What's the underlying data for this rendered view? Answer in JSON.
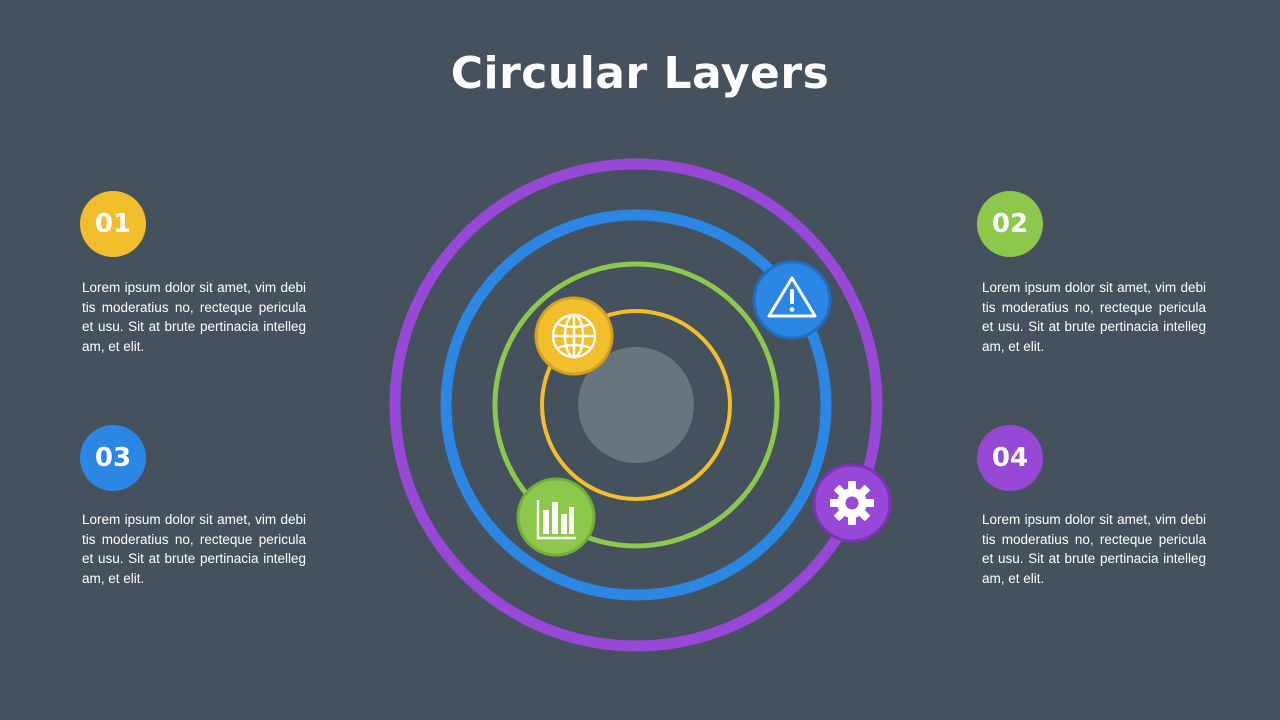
{
  "title": "Circular Layers",
  "colors": {
    "background": "#45525d",
    "yellow": "#f2be2c",
    "green": "#8cc84b",
    "blue": "#2b87e3",
    "purple": "#9748d6",
    "core": "#69747c"
  },
  "steps": [
    {
      "number": "01",
      "color": "#f2be2c",
      "text": "Lorem ipsum dolor sit amet, vim debitis moderatius no, recteque pericula et usu. Sit at brute pertinacia intellegam, et elit."
    },
    {
      "number": "02",
      "color": "#8cc84b",
      "text": "Lorem ipsum dolor sit amet, vim debitis moderatius no, recteque pericula et usu. Sit at brute pertinacia intellegam, et elit."
    },
    {
      "number": "03",
      "color": "#2b87e3",
      "text": "Lorem ipsum dolor sit amet, vim debitis moderatius no, recteque pericula et usu. Sit at brute pertinacia intellegam, et elit."
    },
    {
      "number": "04",
      "color": "#9748d6",
      "text": "Lorem ipsum dolor sit amet, vim debitis moderatius no, recteque pericula et usu. Sit at brute pertinacia intellegam, et elit."
    }
  ],
  "layers": [
    {
      "icon": "globe-icon",
      "color": "#f2be2c"
    },
    {
      "icon": "bar-chart-icon",
      "color": "#8cc84b"
    },
    {
      "icon": "warning-icon",
      "color": "#2b87e3"
    },
    {
      "icon": "gear-icon",
      "color": "#9748d6"
    }
  ]
}
